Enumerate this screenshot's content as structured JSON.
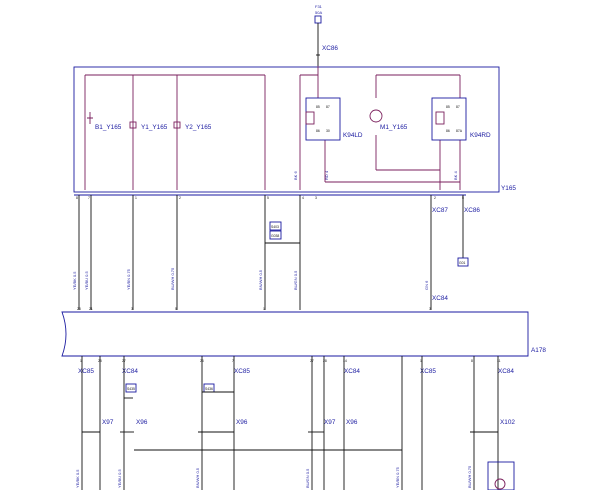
{
  "fuse": {
    "name": "F31",
    "rating": "50A"
  },
  "connector_labels": [
    "XC86",
    "XC86",
    "XC87",
    "XC84",
    "XC85",
    "XC84",
    "XC85",
    "XC84",
    "XC85",
    "XC84"
  ],
  "harness_labels": [
    "X97",
    "X96",
    "X96",
    "X97",
    "X96",
    "X102"
  ],
  "components": {
    "b1": "B1_Y165",
    "y1": "Y1_Y165",
    "y2": "Y2_Y165",
    "m1": "M1_Y165",
    "relay_ld": "K94LD",
    "relay_rd": "K94RD"
  },
  "module_labels": {
    "valve_block": "Y165",
    "control_unit": "A178"
  },
  "ground_tags": {
    "g_center": "G01",
    "g1": "S403",
    "g2": "G038",
    "g3": "S435",
    "g4": "S436"
  },
  "module_pins": [
    "8",
    "7",
    "1",
    "2",
    "5",
    "4",
    "3",
    "2",
    "5"
  ],
  "unit_pins_top": [
    "28",
    "21",
    "3",
    "5",
    "1",
    "3"
  ],
  "unit_pins_bottom": [
    "1",
    "25",
    "27",
    "26",
    "7",
    "27",
    "28",
    "14",
    "1",
    "8",
    "11"
  ],
  "wire_codes": [
    "YE/BK 0.5",
    "YE/BU 0.5",
    "BN/WH 0.5",
    "BU/GN 0.5",
    "BK 6",
    "RD 4",
    "BK 4",
    "GN 6",
    "YE/BN 0.75",
    "BU/WH 0.75"
  ],
  "relay_pins": [
    "85",
    "86",
    "87",
    "30",
    "87A"
  ]
}
